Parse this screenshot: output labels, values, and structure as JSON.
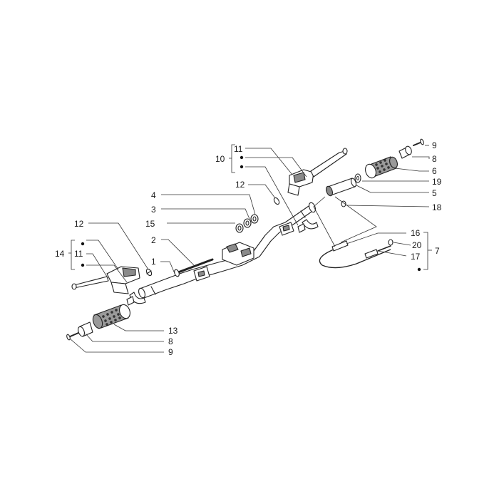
{
  "labels": {
    "l1": "1",
    "l2": "2",
    "l3": "3",
    "l4": "4",
    "l5": "5",
    "l6": "6",
    "l7": "7",
    "l8a": "8",
    "l8b": "8",
    "l9a": "9",
    "l9b": "9",
    "l10": "10",
    "l11a": "11",
    "l11b": "11",
    "l12a": "12",
    "l12b": "12",
    "l13": "13",
    "l14": "14",
    "l15": "15",
    "l16": "16",
    "l17": "17",
    "l18": "18",
    "l19": "19",
    "l20": "20"
  }
}
